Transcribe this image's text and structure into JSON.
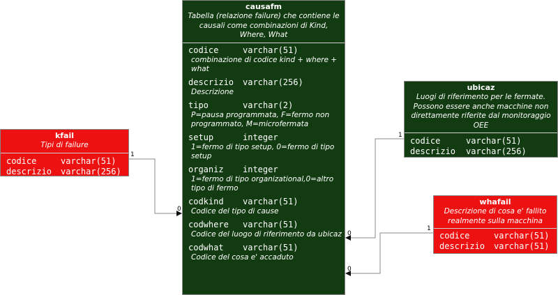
{
  "entities": {
    "causafm": {
      "name": "causafm",
      "description": "Tabella (relazione failure) che contiene le causali come combinazioni di Kind, Where, What",
      "fields": [
        {
          "name": "codice",
          "type": "varchar(51)",
          "desc": "combinazione di codice kind + where + what"
        },
        {
          "name": "descrizio",
          "type": "varchar(256)",
          "desc": "Descrizione"
        },
        {
          "name": "tipo",
          "type": "varchar(2)",
          "desc": "P=pausa programmata, F=fermo non programmato, M=microfermata"
        },
        {
          "name": "setup",
          "type": "integer",
          "desc": "1=fermo di tipo setup, 0=fermo di tipo setup"
        },
        {
          "name": "organiz",
          "type": "integer",
          "desc": "1=fermo di tipo organizational,0=altro tipo di fermo"
        },
        {
          "name": "codkind",
          "type": "varchar(51)",
          "desc": "Codice del tipo di cause"
        },
        {
          "name": "codwhere",
          "type": "varchar(51)",
          "desc": "Codice del luogo di riferimento da ubicaz"
        },
        {
          "name": "codwhat",
          "type": "varchar(51)",
          "desc": "Codice del cosa e' accaduto"
        }
      ]
    },
    "kfail": {
      "name": "kfail",
      "description": "Tipi di failure",
      "fields": [
        {
          "name": "codice",
          "type": "varchar(51)"
        },
        {
          "name": "descrizio",
          "type": "varchar(256)"
        }
      ]
    },
    "ubicaz": {
      "name": "ubicaz",
      "description": "Luogi di riferimento per le fermate. Possono essere anche macchine non direttamente riferite dal monitoraggio OEE",
      "fields": [
        {
          "name": "codice",
          "type": "varchar(51)"
        },
        {
          "name": "descrizio",
          "type": "varchar(256)"
        }
      ]
    },
    "whafail": {
      "name": "whafail",
      "description": "Descrizione di cosa e' fallito realmente sulla macchina",
      "fields": [
        {
          "name": "codice",
          "type": "varchar(51)"
        },
        {
          "name": "descrizio",
          "type": "varchar(51)"
        }
      ]
    }
  },
  "relations": [
    {
      "from": "kfail",
      "to": "causafm.codkind",
      "from_card": "1",
      "to_card": "0"
    },
    {
      "from": "ubicaz",
      "to": "causafm.codwhere",
      "from_card": "1",
      "to_card": "0"
    },
    {
      "from": "whafail",
      "to": "causafm.codwhat",
      "from_card": "1",
      "to_card": "0"
    }
  ],
  "colors": {
    "causafm": "#123b12",
    "ubicaz": "#123b12",
    "kfail": "#ee1111",
    "whafail": "#ee1111",
    "border": "#888888",
    "text": "#ffffff",
    "connector": "#888888"
  }
}
